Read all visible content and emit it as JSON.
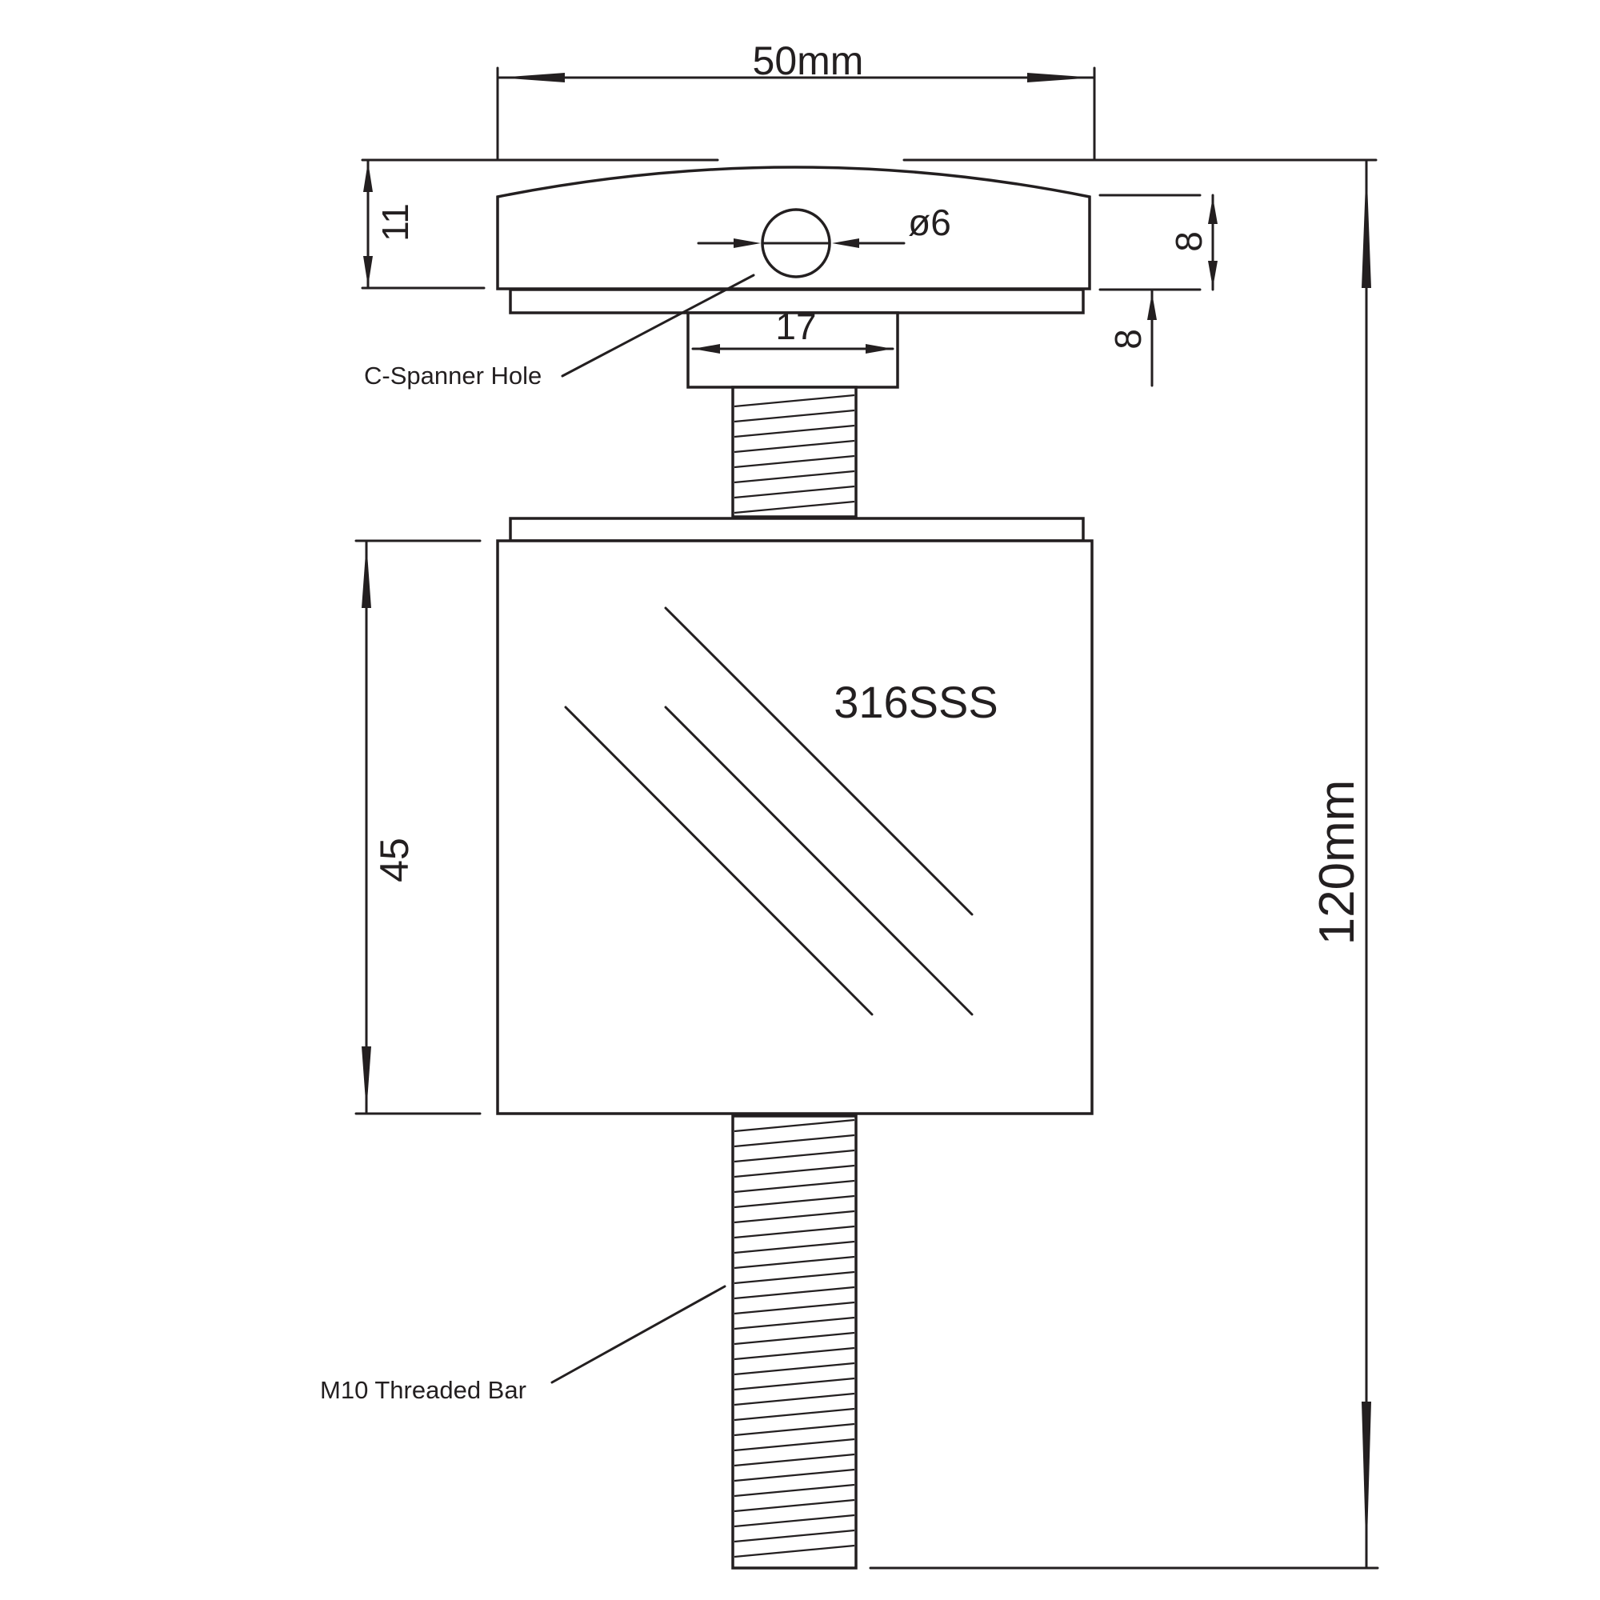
{
  "dimensions": {
    "overall_width": "50mm",
    "overall_height": "120mm",
    "cap_height": "11",
    "hole_diameter": "ø6",
    "cap_right_upper": "8",
    "cap_right_lower": "8",
    "neck_width": "17",
    "body_height": "45"
  },
  "labels": {
    "material": "316SSS",
    "spanner_hole": "C-Spanner Hole",
    "threaded_bar": "M10 Threaded Bar"
  },
  "colors": {
    "line": "#231f20",
    "background": "#ffffff"
  }
}
